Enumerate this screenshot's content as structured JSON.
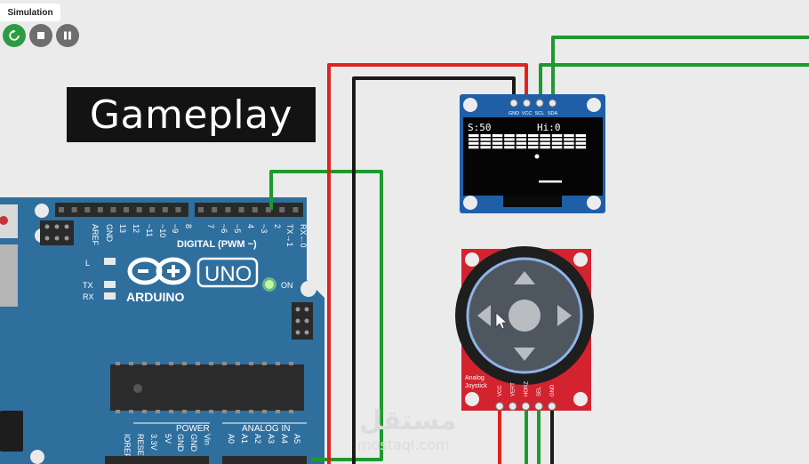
{
  "toolbar": {
    "tab_label": "Simulation",
    "restart_icon": "restart-icon",
    "stop_icon": "stop-icon",
    "pause_icon": "pause-icon",
    "restart_color": "#2e9b43",
    "stop_color": "#6e6e6e",
    "pause_color": "#6e6e6e"
  },
  "title": "Gameplay",
  "arduino": {
    "brand": "ARDUINO",
    "model": "UNO",
    "on_label": "ON",
    "l_label": "L",
    "tx_label": "TX",
    "rx_label": "RX",
    "digital_label": "DIGITAL (PWM ~)",
    "top_pins": [
      "AREF",
      "GND",
      "13",
      "12",
      "~11",
      "~10",
      "~9",
      "8",
      "7",
      "~6",
      "~5",
      "4",
      "~3",
      "2",
      "TX→1",
      "RX←0"
    ],
    "power_label": "POWER",
    "analog_label": "ANALOG IN",
    "bottom_pins": [
      "IOREF",
      "RESET",
      "3.3V",
      "5V",
      "GND",
      "GND",
      "Vin",
      "A0",
      "A1",
      "A2",
      "A3",
      "A4",
      "A5"
    ],
    "board_color": "#2f6f9e",
    "led_color": "#9ef07a"
  },
  "oled": {
    "pins": [
      "GND",
      "VCC",
      "SCL",
      "SDA"
    ],
    "score_text": "S:50",
    "hi_text": "Hi:0",
    "board_color": "#1f5fa8"
  },
  "joystick": {
    "label_line1": "Analog",
    "label_line2": "Joystick",
    "pins": [
      "VCC",
      "VERT",
      "HORZ",
      "SEL",
      "GND"
    ],
    "board_color": "#d2232f"
  },
  "watermark": {
    "arabic": "مستقل",
    "latin": "mostaql.com"
  },
  "wires": {
    "red": "#e0231f",
    "black": "#1a1a1a",
    "green": "#1c9a2e"
  }
}
